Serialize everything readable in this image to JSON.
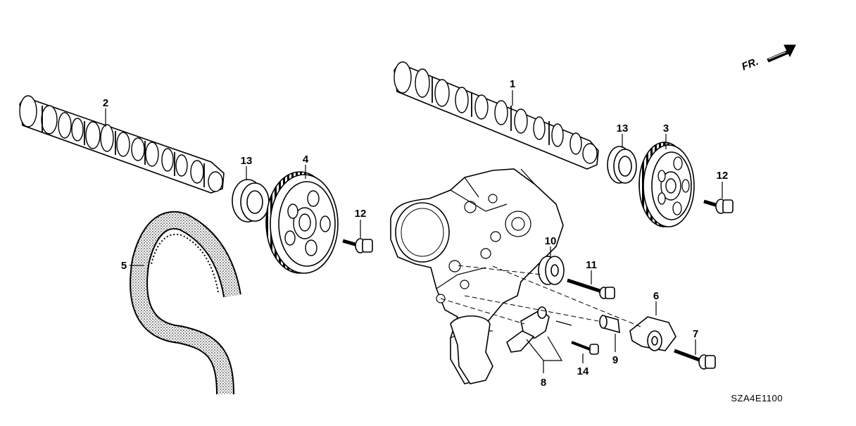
{
  "diagram": {
    "orientation_label": "FR.",
    "diagram_code": "SZA4E1100",
    "callouts": [
      {
        "id": "callout-1",
        "label": "1"
      },
      {
        "id": "callout-2",
        "label": "2"
      },
      {
        "id": "callout-3",
        "label": "3"
      },
      {
        "id": "callout-4",
        "label": "4"
      },
      {
        "id": "callout-5",
        "label": "5"
      },
      {
        "id": "callout-6",
        "label": "6"
      },
      {
        "id": "callout-7",
        "label": "7"
      },
      {
        "id": "callout-8",
        "label": "8"
      },
      {
        "id": "callout-9",
        "label": "9"
      },
      {
        "id": "callout-10",
        "label": "10"
      },
      {
        "id": "callout-11",
        "label": "11"
      },
      {
        "id": "callout-12a",
        "label": "12"
      },
      {
        "id": "callout-12b",
        "label": "12"
      },
      {
        "id": "callout-13a",
        "label": "13"
      },
      {
        "id": "callout-13b",
        "label": "13"
      },
      {
        "id": "callout-14",
        "label": "14"
      }
    ]
  }
}
